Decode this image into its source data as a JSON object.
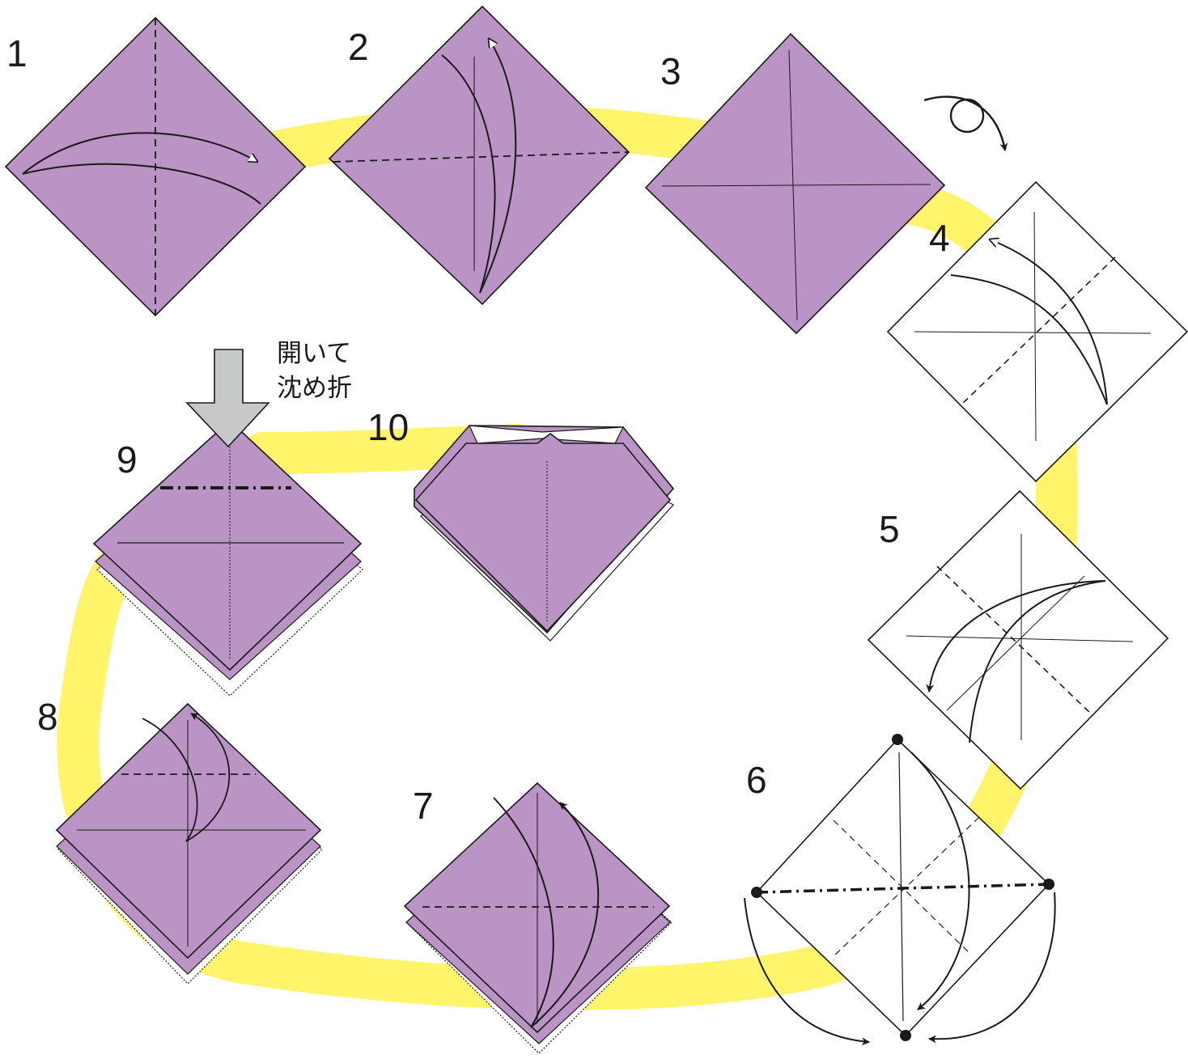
{
  "colors": {
    "paper_colored": "#b994c4",
    "paper_white": "#ffffff",
    "path_highlight": "#fff46a",
    "ink": "#1a1a1a",
    "push_arrow": "#c6c8ca"
  },
  "steps": [
    {
      "number": "1",
      "paper": "colored",
      "layers": 1
    },
    {
      "number": "2",
      "paper": "colored",
      "layers": 1
    },
    {
      "number": "3",
      "paper": "colored",
      "layers": 1
    },
    {
      "number": "4",
      "paper": "white",
      "layers": 1
    },
    {
      "number": "5",
      "paper": "white",
      "layers": 1
    },
    {
      "number": "6",
      "paper": "white",
      "layers": 1
    },
    {
      "number": "7",
      "paper": "colored",
      "layers": 2
    },
    {
      "number": "8",
      "paper": "colored",
      "layers": 2
    },
    {
      "number": "9",
      "paper": "colored",
      "layers": 2
    },
    {
      "number": "10",
      "paper": "colored",
      "layers": 2
    }
  ],
  "note": {
    "line1": "開いて",
    "line2": "沈め折"
  },
  "icons": {
    "turn_over": "turn-over-icon",
    "push": "push-down-arrow-icon"
  }
}
